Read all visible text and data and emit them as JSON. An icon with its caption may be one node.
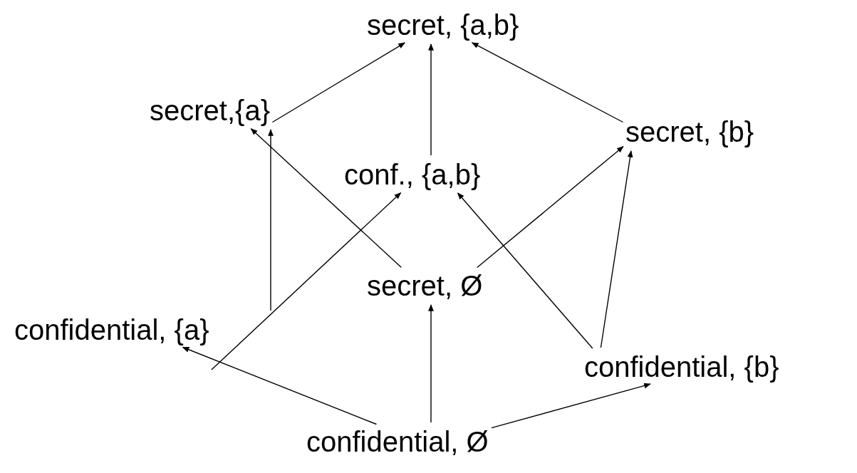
{
  "diagram": {
    "nodes": [
      {
        "text": [
          "secret, {a,b}"
        ]
      },
      {
        "text": [
          "secret,{a}"
        ]
      },
      {
        "text": [
          "secret, {b}"
        ]
      },
      {
        "text": [
          "conf., {a,b}"
        ]
      },
      {
        "text": [
          "secret, Ø"
        ]
      },
      {
        "text": [
          "confidential, {a}"
        ]
      },
      {
        "text": [
          "confidential, {b}"
        ]
      },
      {
        "text": [
          "confidential, Ø"
        ]
      }
    ],
    "edges": [
      {
        "from": 1,
        "to": 0,
        "arrow": "to"
      },
      {
        "from": 3,
        "to": 0,
        "arrow": "to"
      },
      {
        "from": 2,
        "to": 0,
        "arrow": "to"
      },
      {
        "from": 5,
        "to": 1,
        "arrow": "to"
      },
      {
        "from": 4,
        "to": 1,
        "arrow": "to"
      },
      {
        "from": 4,
        "to": 2,
        "arrow": "to"
      },
      {
        "from": 5,
        "to": 3,
        "arrow": "to"
      },
      {
        "from": 6,
        "to": 3,
        "arrow": "to"
      },
      {
        "from": 6,
        "to": 2,
        "arrow": "to"
      },
      {
        "from": 7,
        "to": 4,
        "arrow": "to"
      },
      {
        "from": 7,
        "to": 5,
        "arrow": "to"
      },
      {
        "from": 7,
        "to": 6,
        "arrow": "to"
      }
    ]
  }
}
